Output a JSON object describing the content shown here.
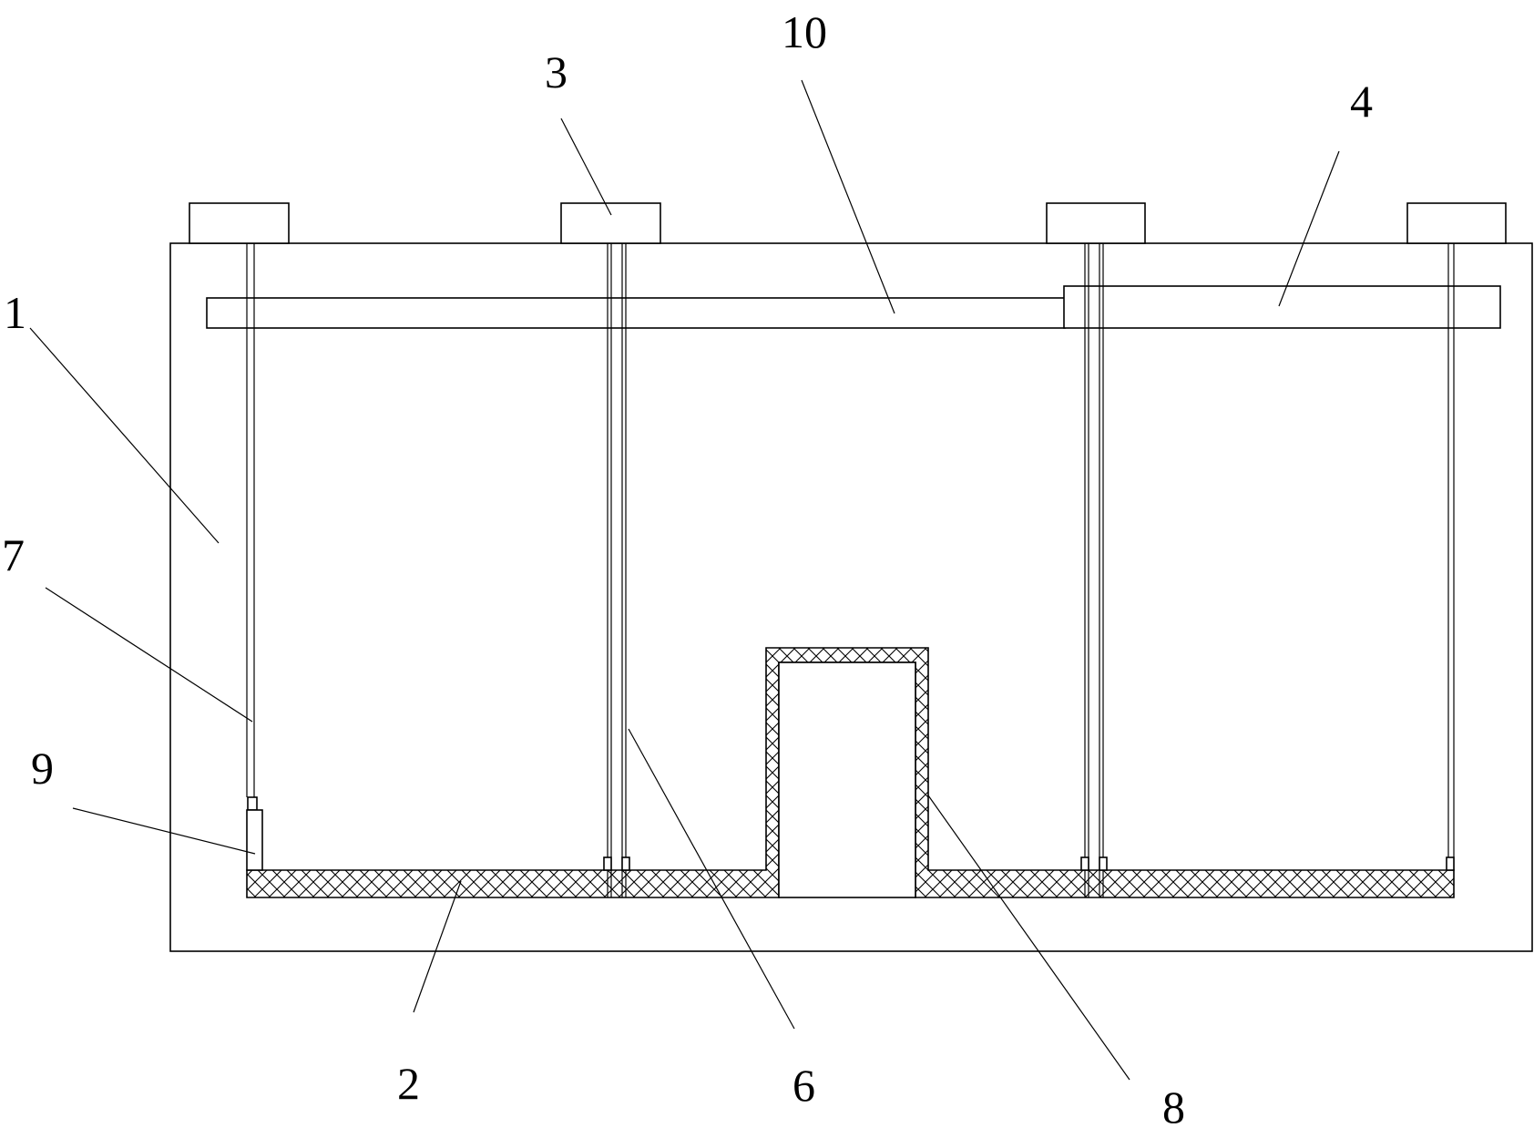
{
  "callouts": {
    "l1": "1",
    "l2": "2",
    "l3": "3",
    "l4": "4",
    "l6": "6",
    "l7": "7",
    "l8": "8",
    "l9": "9",
    "l10": "10"
  },
  "colors": {
    "stroke": "#000000",
    "background": "#ffffff"
  }
}
